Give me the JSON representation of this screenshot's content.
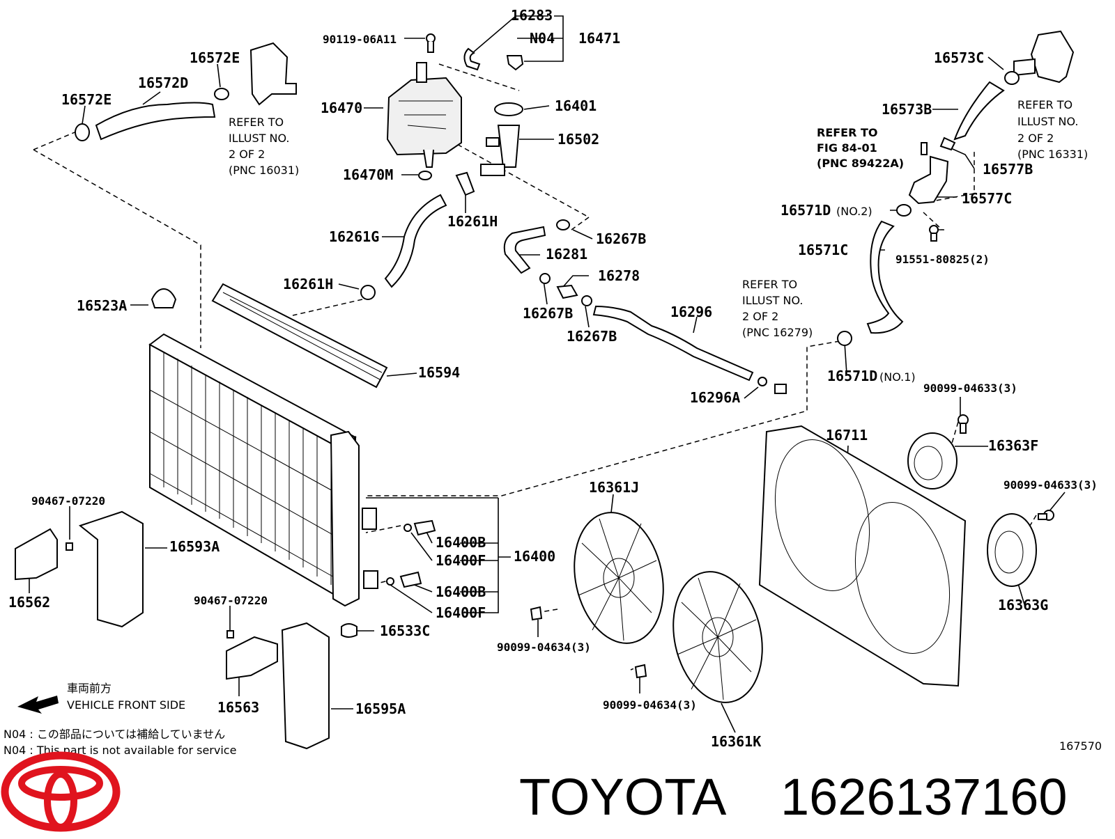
{
  "labels": {
    "p16283": "16283",
    "p90119": "90119-06A11",
    "pN04": "N04",
    "p16471": "16471",
    "p16572E_a": "16572E",
    "p16572E_b": "16572E",
    "p16572D": "16572D",
    "p16470": "16470",
    "p16401": "16401",
    "p16502": "16502",
    "p16470M": "16470M",
    "p16261H_a": "16261H",
    "p16261G": "16261G",
    "p16261H_b": "16261H",
    "p16267B_a": "16267B",
    "p16281": "16281",
    "p16278": "16278",
    "p16267B_b": "16267B",
    "p16267B_c": "16267B",
    "p16296": "16296",
    "p16296A": "16296A",
    "p16523A": "16523A",
    "p16594": "16594",
    "p16573C": "16573C",
    "p16573B": "16573B",
    "p16577B": "16577B",
    "p16577C": "16577C",
    "p16571D_no2": "16571D",
    "p16571D_no1": "16571D",
    "p16571C": "16571C",
    "p91551": "91551-80825(2)",
    "p90099_04633_a": "90099-04633(3)",
    "p90099_04633_b": "90099-04633(3)",
    "p16711": "16711",
    "p16363F": "16363F",
    "p16363G": "16363G",
    "p16361J": "16361J",
    "p16361K": "16361K",
    "p90099_04634_a": "90099-04634(3)",
    "p90099_04634_b": "90099-04634(3)",
    "p90467_a": "90467-07220",
    "p90467_b": "90467-07220",
    "p16593A": "16593A",
    "p16562": "16562",
    "p16563": "16563",
    "p16595A": "16595A",
    "p16533C": "16533C",
    "p16400": "16400",
    "p16400B_a": "16400B",
    "p16400F_a": "16400F",
    "p16400B_b": "16400B",
    "p16400F_b": "16400F",
    "no2": "(NO.2)",
    "no1": "(NO.1)"
  },
  "refer_blocks": {
    "r16031": [
      "REFER TO",
      "ILLUST NO.",
      "2 OF 2",
      "(PNC 16031)"
    ],
    "r16331": [
      "REFER TO",
      "ILLUST NO.",
      "2 OF 2",
      "(PNC 16331)"
    ],
    "r16279": [
      "REFER TO",
      "ILLUST NO.",
      "2 OF 2",
      "(PNC 16279)"
    ],
    "r89422": [
      "REFER TO",
      "FIG 84-01",
      "(PNC 89422A)"
    ]
  },
  "notes": {
    "front_jp": "車両前方",
    "front_en": "VEHICLE FRONT SIDE",
    "n04_jp": "N04 : この部品については補給していません",
    "n04_en": "N04 : This part is not available for service",
    "illus_no": "167570"
  },
  "brand": {
    "name": "TOYOTA",
    "part_number": "1626137160",
    "logo_color": "#e0141e"
  }
}
